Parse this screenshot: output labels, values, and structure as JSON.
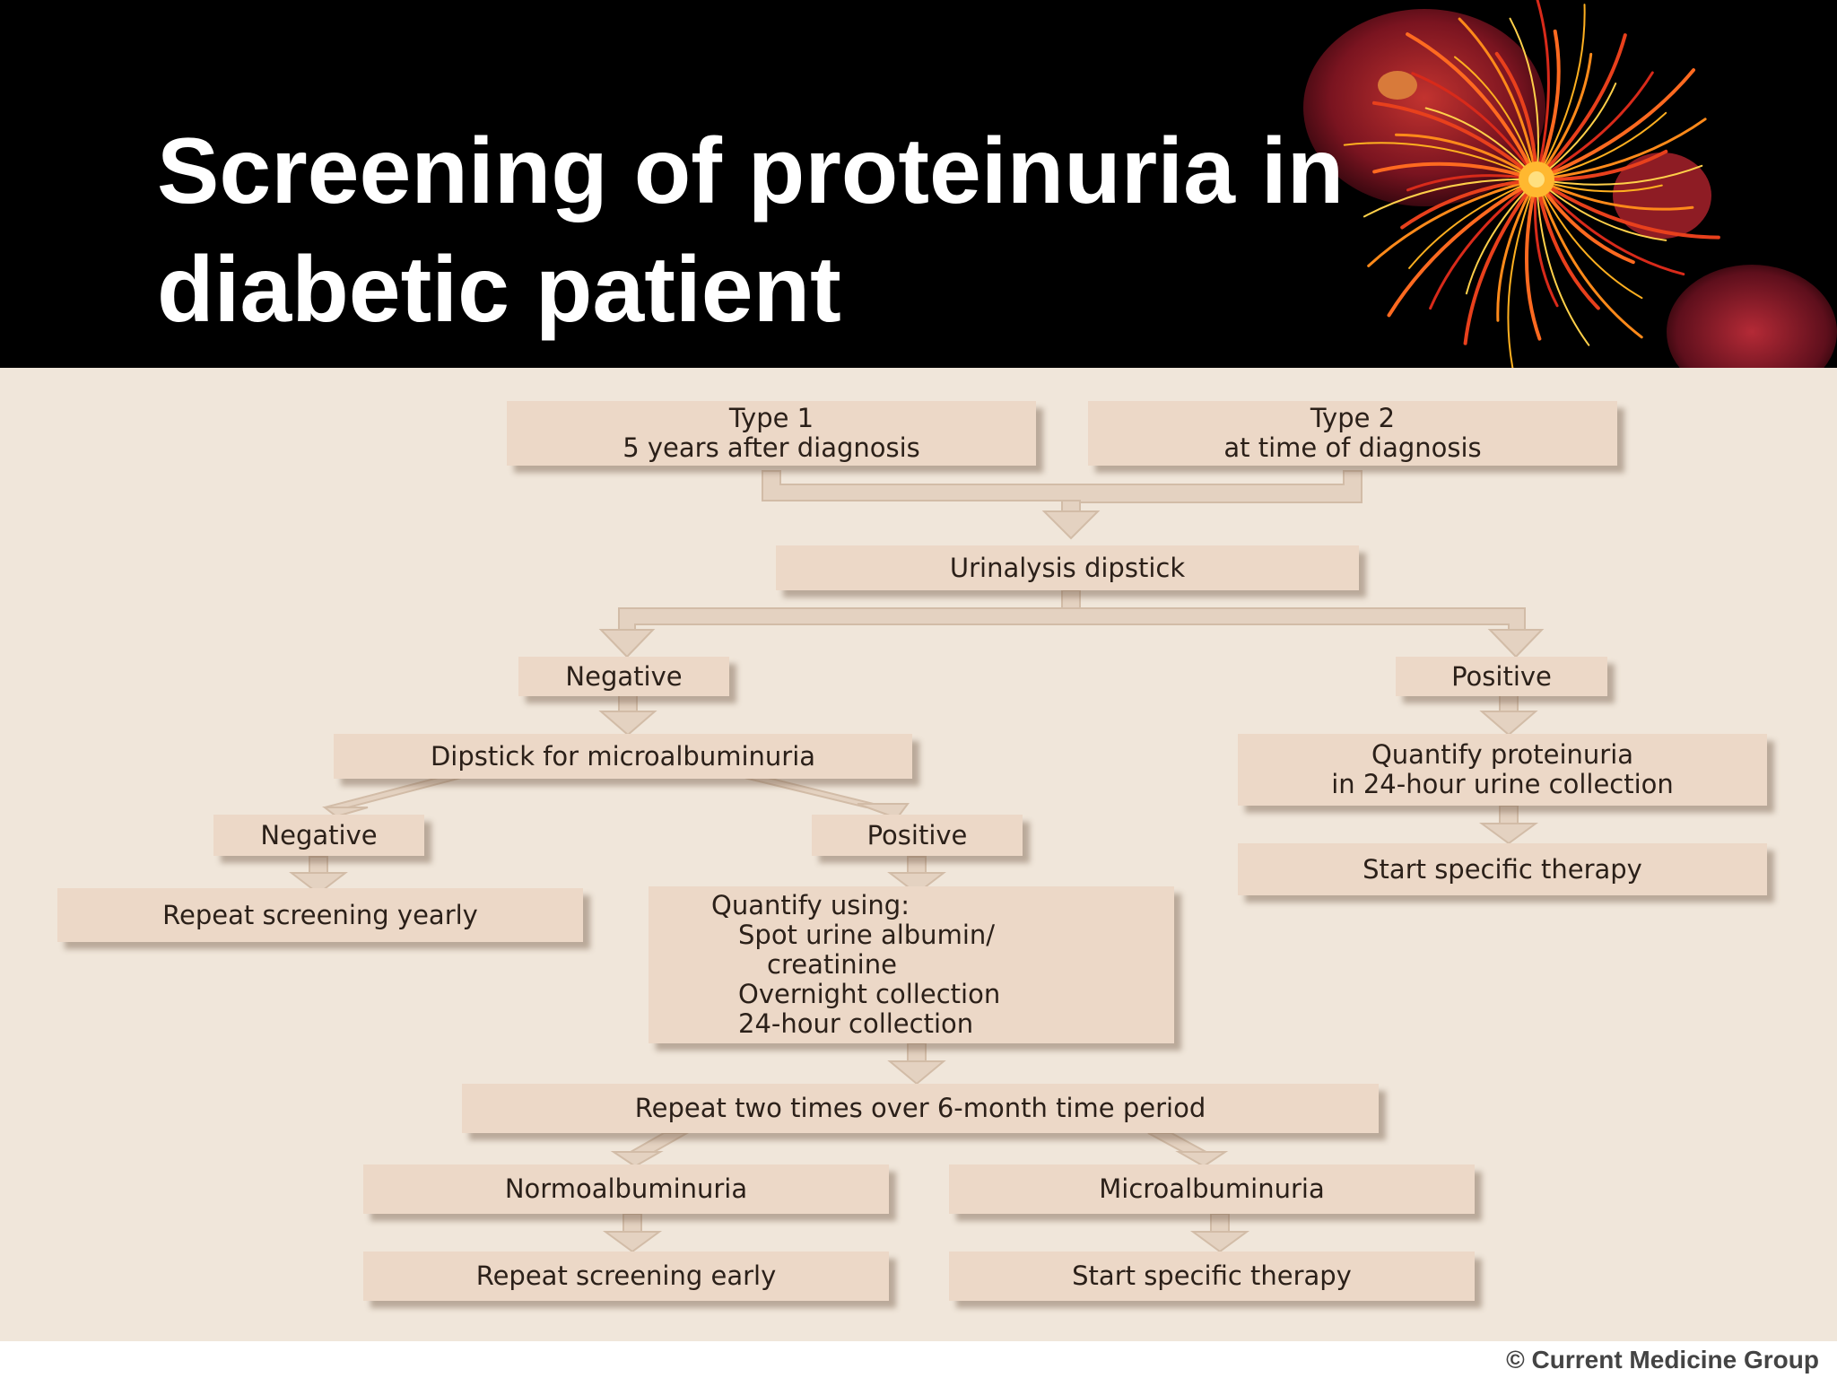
{
  "slide": {
    "title_line1": "Screening of proteinuria in",
    "title_line2": "diabetic patient",
    "copyright": "© Current Medicine Group"
  },
  "flowchart": {
    "type1_title": "Type 1",
    "type1_sub": "5 years after diagnosis",
    "type2_title": "Type 2",
    "type2_sub": "at time of diagnosis",
    "urinalysis": "Urinalysis dipstick",
    "negative_1": "Negative",
    "positive_1": "Positive",
    "dipstick_micro": "Dipstick for microalbuminuria",
    "quantify_protein_line1": "Quantify proteinuria",
    "quantify_protein_line2": "in 24-hour urine collection",
    "start_therapy_1": "Start specific therapy",
    "negative_2": "Negative",
    "positive_2": "Positive",
    "repeat_yearly": "Repeat screening yearly",
    "quantify_using": {
      "heading": "Quantify using:",
      "item1_line1": "Spot urine albumin/",
      "item1_line2": "creatinine",
      "item2": "Overnight collection",
      "item3": "24-hour collection"
    },
    "repeat_two_times": "Repeat two times over 6-month time period",
    "normoalbuminuria": "Normoalbuminuria",
    "microalbuminuria": "Microalbuminuria",
    "repeat_early": "Repeat screening early",
    "start_therapy_2": "Start specific therapy"
  },
  "colors": {
    "header_bg": "#000000",
    "title_text": "#ffffff",
    "chart_bg": "#f0e6da",
    "box_fill": "#ecd8c7",
    "box_text": "#2b2019",
    "connector_fill": "#e4d2c1"
  }
}
